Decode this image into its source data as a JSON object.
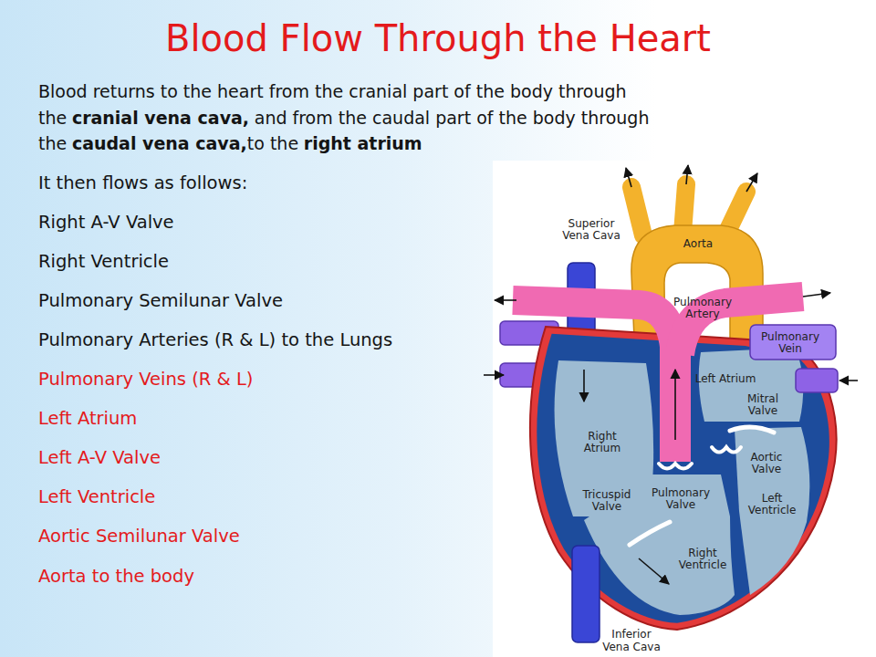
{
  "diagram": {
    "title": "Blood Flow Through the Heart",
    "labels": [
      "Blood returns to the heart from the cranial part of the body through the",
      "cranial vena cava,",
      "and from the caudal part of the body through the",
      "caudal vena cava,",
      "to the",
      "right atrium",
      "It then flows as follows:",
      "Right A-V Valve",
      "Right Ventricle",
      "Pulmonary Semilunar Valve",
      "Pulmonary Arteries (R & L) to the Lungs",
      "Pulmonary Veins (R & L)",
      "Left Atrium",
      "Left A-V Valve",
      "Left Ventricle",
      "Aortic Semilunar Valve",
      "Aorta to the body",
      "Superior Vena Cava",
      "Aorta",
      "Pulmonary Artery",
      "Pulmonary Vein",
      "Left Atrium",
      "Mitral Valve",
      "Right Atrium",
      "Aortic Valve",
      "Tricuspid Valve",
      "Pulmonary Valve",
      "Left Ventricle",
      "Right Ventricle",
      "Inferior Vena Cava"
    ]
  }
}
